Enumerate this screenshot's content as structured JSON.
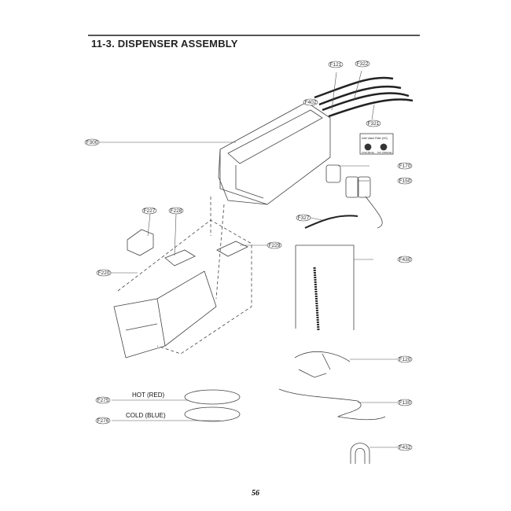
{
  "section_title": "11-3.  DISPENSER ASSEMBLY",
  "page_number": "56",
  "parts": {
    "F121": "F121",
    "F322": "F322",
    "F402": "F402",
    "F321": "F321",
    "F300": "F300",
    "F170": "F170",
    "F150": "F150",
    "F327": "F327",
    "F227": "F227",
    "F228": "F228",
    "F229": "F229",
    "F220": "F220",
    "F430": "F430",
    "F120": "F120",
    "F130": "F130",
    "F432": "F432",
    "F275": "F275",
    "F276": "F276"
  },
  "hose_labels": {
    "hot": "HOT (RED)",
    "cold": "COLD (BLUE)"
  },
  "filter_box": {
    "title": "Inlet Valve Filter (HC)",
    "left": "COLD (BLUE)",
    "right": "HOT (ORANGE)"
  }
}
